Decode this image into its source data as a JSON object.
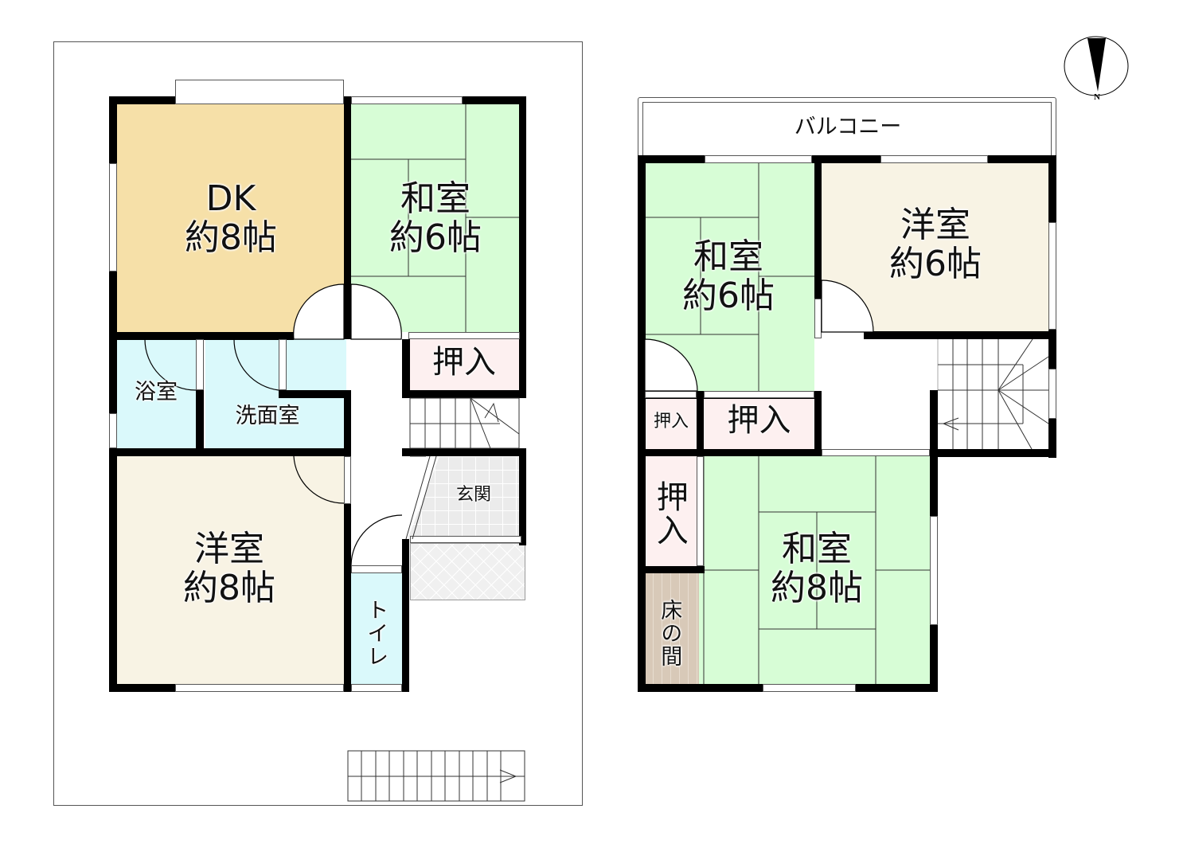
{
  "colors": {
    "dk": "#f6e0a8",
    "washitsu": "#d7fdd6",
    "youshitsu": "#f8f3e4",
    "wet": "#daf9fb",
    "closet": "#fdf0f0",
    "genkan": "#ebebeb",
    "tokonoma": "#d8c9b8",
    "wall": "#000000"
  },
  "floor1": {
    "rooms": {
      "dk": {
        "name": "DK",
        "size": "約8帖"
      },
      "washitsu": {
        "name": "和室",
        "size": "約6帖"
      },
      "oshiire": {
        "name": "押入"
      },
      "yokushitsu": {
        "name": "浴室"
      },
      "senmenshitsu": {
        "name": "洗面室"
      },
      "genkan": {
        "name": "玄関"
      },
      "youshitsu": {
        "name": "洋室",
        "size": "約8帖"
      },
      "toilet": {
        "name": "トイレ"
      }
    }
  },
  "floor2": {
    "balcony": {
      "name": "バルコニー"
    },
    "rooms": {
      "washitsu6": {
        "name": "和室",
        "size": "約6帖"
      },
      "youshitsu6": {
        "name": "洋室",
        "size": "約6帖"
      },
      "oshiire_small": {
        "name": "押入"
      },
      "oshiire_mid": {
        "name": "押入"
      },
      "oshiire_vert": {
        "name": "押入"
      },
      "tokonoma": {
        "name": "床の間"
      },
      "washitsu8": {
        "name": "和室",
        "size": "約8帖"
      }
    }
  },
  "compass": {
    "label": "N"
  }
}
